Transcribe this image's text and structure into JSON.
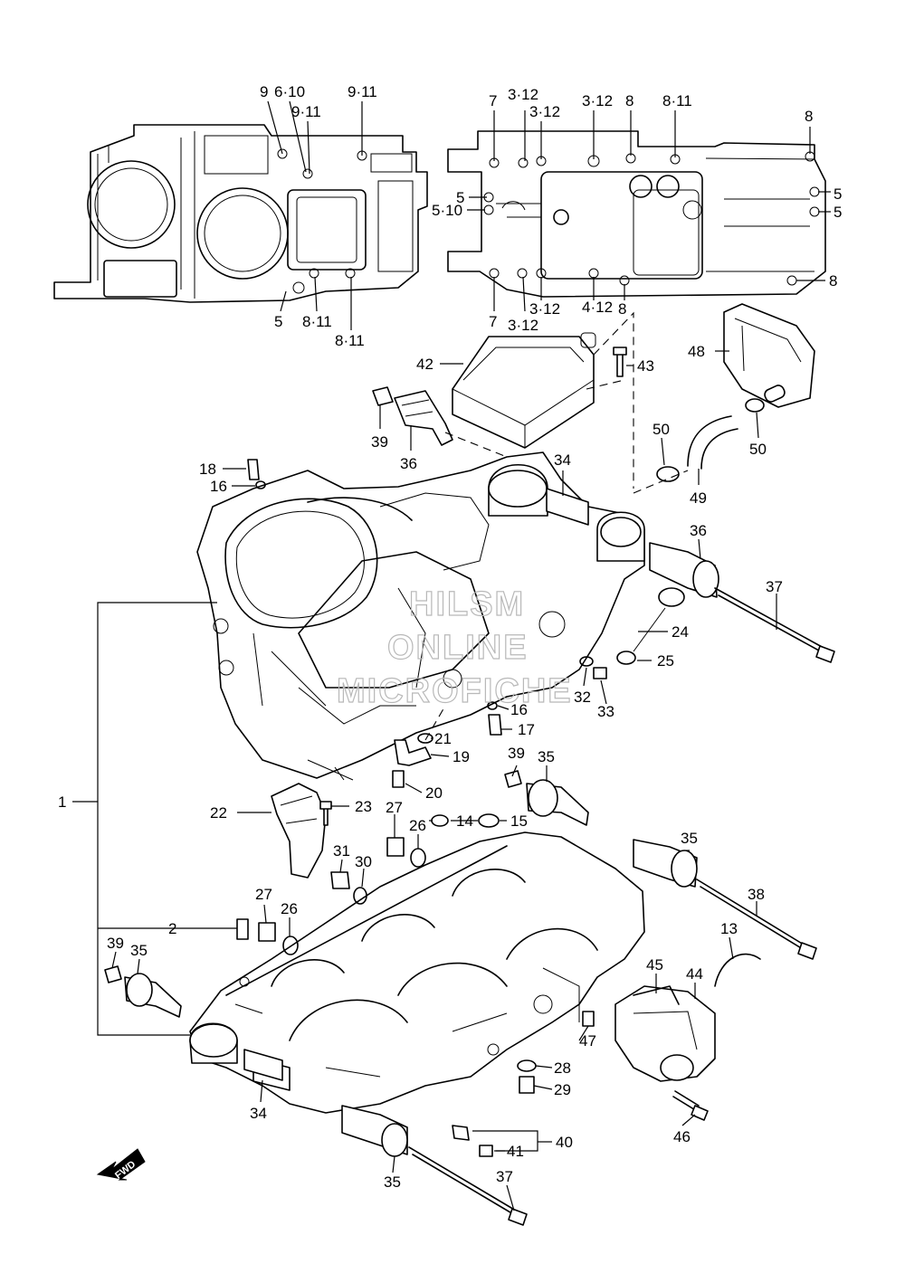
{
  "diagram": {
    "callouts": [
      {
        "id": "c-9-a",
        "text": "9"
      },
      {
        "id": "c-6-10",
        "text": "6·10"
      },
      {
        "id": "c-9-11-a",
        "text": "9·11"
      },
      {
        "id": "c-9-11-b",
        "text": "9·11"
      },
      {
        "id": "c-5-a",
        "text": "5"
      },
      {
        "id": "c-8-11-a",
        "text": "8·11"
      },
      {
        "id": "c-8-11-b",
        "text": "8·11"
      },
      {
        "id": "c-7-a",
        "text": "7"
      },
      {
        "id": "c-3-12-a",
        "text": "3·12"
      },
      {
        "id": "c-3-12-b",
        "text": "3·12"
      },
      {
        "id": "c-3-12-c",
        "text": "3·12"
      },
      {
        "id": "c-8-a",
        "text": "8"
      },
      {
        "id": "c-8-11-c",
        "text": "8·11"
      },
      {
        "id": "c-8-b",
        "text": "8"
      },
      {
        "id": "c-5-b",
        "text": "5"
      },
      {
        "id": "c-5-c",
        "text": "5"
      },
      {
        "id": "c-5-10",
        "text": "5·10"
      },
      {
        "id": "c-5-d",
        "text": "5"
      },
      {
        "id": "c-8-c",
        "text": "8"
      },
      {
        "id": "c-7-b",
        "text": "7"
      },
      {
        "id": "c-3-12-d",
        "text": "3·12"
      },
      {
        "id": "c-3-12-e",
        "text": "3·12"
      },
      {
        "id": "c-4-12",
        "text": "4·12"
      },
      {
        "id": "c-8-d",
        "text": "8"
      },
      {
        "id": "c-42",
        "text": "42"
      },
      {
        "id": "c-43",
        "text": "43"
      },
      {
        "id": "c-48",
        "text": "48"
      },
      {
        "id": "c-39-a",
        "text": "39"
      },
      {
        "id": "c-36-a",
        "text": "36"
      },
      {
        "id": "c-34-a",
        "text": "34"
      },
      {
        "id": "c-50-a",
        "text": "50"
      },
      {
        "id": "c-50-b",
        "text": "50"
      },
      {
        "id": "c-49",
        "text": "49"
      },
      {
        "id": "c-18",
        "text": "18"
      },
      {
        "id": "c-16-a",
        "text": "16"
      },
      {
        "id": "c-36-b",
        "text": "36"
      },
      {
        "id": "c-37-a",
        "text": "37"
      },
      {
        "id": "c-24",
        "text": "24"
      },
      {
        "id": "c-25",
        "text": "25"
      },
      {
        "id": "c-32",
        "text": "32"
      },
      {
        "id": "c-33",
        "text": "33"
      },
      {
        "id": "c-16-b",
        "text": "16"
      },
      {
        "id": "c-17",
        "text": "17"
      },
      {
        "id": "c-21",
        "text": "21"
      },
      {
        "id": "c-19",
        "text": "19"
      },
      {
        "id": "c-39-b",
        "text": "39"
      },
      {
        "id": "c-35-a",
        "text": "35"
      },
      {
        "id": "c-1",
        "text": "1"
      },
      {
        "id": "c-20",
        "text": "20"
      },
      {
        "id": "c-22",
        "text": "22"
      },
      {
        "id": "c-23",
        "text": "23"
      },
      {
        "id": "c-27-a",
        "text": "27"
      },
      {
        "id": "c-26-a",
        "text": "26"
      },
      {
        "id": "c-14",
        "text": "14"
      },
      {
        "id": "c-15",
        "text": "15"
      },
      {
        "id": "c-31",
        "text": "31"
      },
      {
        "id": "c-30",
        "text": "30"
      },
      {
        "id": "c-35-b",
        "text": "35"
      },
      {
        "id": "c-38",
        "text": "38"
      },
      {
        "id": "c-27-b",
        "text": "27"
      },
      {
        "id": "c-26-b",
        "text": "26"
      },
      {
        "id": "c-2",
        "text": "2"
      },
      {
        "id": "c-13",
        "text": "13"
      },
      {
        "id": "c-39-c",
        "text": "39"
      },
      {
        "id": "c-35-c",
        "text": "35"
      },
      {
        "id": "c-45",
        "text": "45"
      },
      {
        "id": "c-44",
        "text": "44"
      },
      {
        "id": "c-47",
        "text": "47"
      },
      {
        "id": "c-28",
        "text": "28"
      },
      {
        "id": "c-29",
        "text": "29"
      },
      {
        "id": "c-34-b",
        "text": "34"
      },
      {
        "id": "c-40",
        "text": "40"
      },
      {
        "id": "c-41",
        "text": "41"
      },
      {
        "id": "c-46",
        "text": "46"
      },
      {
        "id": "c-35-d",
        "text": "35"
      },
      {
        "id": "c-37-b",
        "text": "37"
      }
    ],
    "watermark_lines": [
      "HILSM",
      "ONLINE",
      "MICROFICHE"
    ],
    "fwd_label": "FWD"
  }
}
